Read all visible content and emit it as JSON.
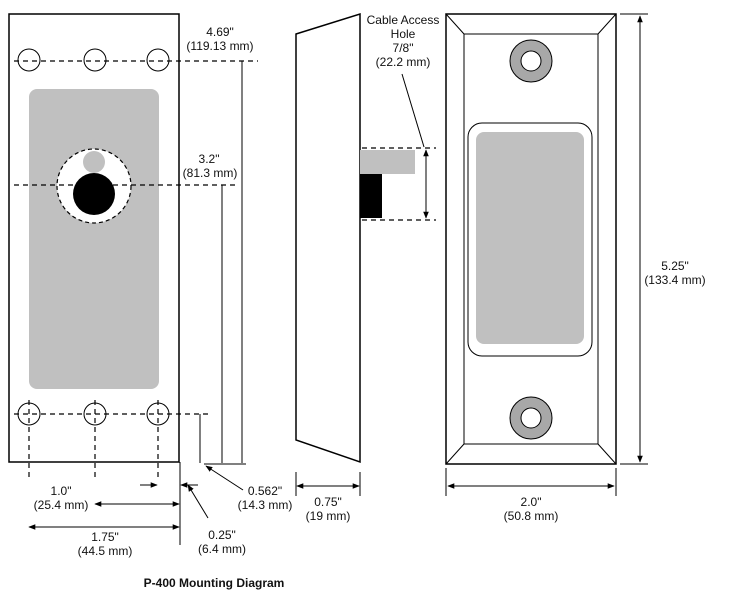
{
  "title": "P-400 Mounting Diagram",
  "colors": {
    "outline": "#000000",
    "faceplate_gray": "#c0c0c0",
    "screw_gray": "#a8a8a8",
    "hole_black": "#000000",
    "background": "#ffffff"
  },
  "front_view": {
    "height_dim": {
      "inch": "4.69\"",
      "mm": "(119.13 mm)"
    },
    "hole_dim": {
      "inch": "3.2\"",
      "mm": "(81.3 mm)"
    },
    "width_a": {
      "inch": "1.0\"",
      "mm": "(25.4 mm)"
    },
    "width_b": {
      "inch": "1.75\"",
      "mm": "(44.5 mm)"
    },
    "edge_a": {
      "inch": "0.562\"",
      "mm": "(14.3 mm)"
    },
    "edge_b": {
      "inch": "0.25\"",
      "mm": "(6.4 mm)"
    }
  },
  "side_view": {
    "cable_label_line1": "Cable Access",
    "cable_label_line2": "Hole",
    "cable_dim": {
      "inch": "7/8\"",
      "mm": "(22.2 mm)"
    },
    "depth_dim": {
      "inch": "0.75\"",
      "mm": "(19 mm)"
    }
  },
  "plate_view": {
    "height_dim": {
      "inch": "5.25\"",
      "mm": "(133.4 mm)"
    },
    "width_dim": {
      "inch": "2.0\"",
      "mm": "(50.8 mm)"
    }
  }
}
